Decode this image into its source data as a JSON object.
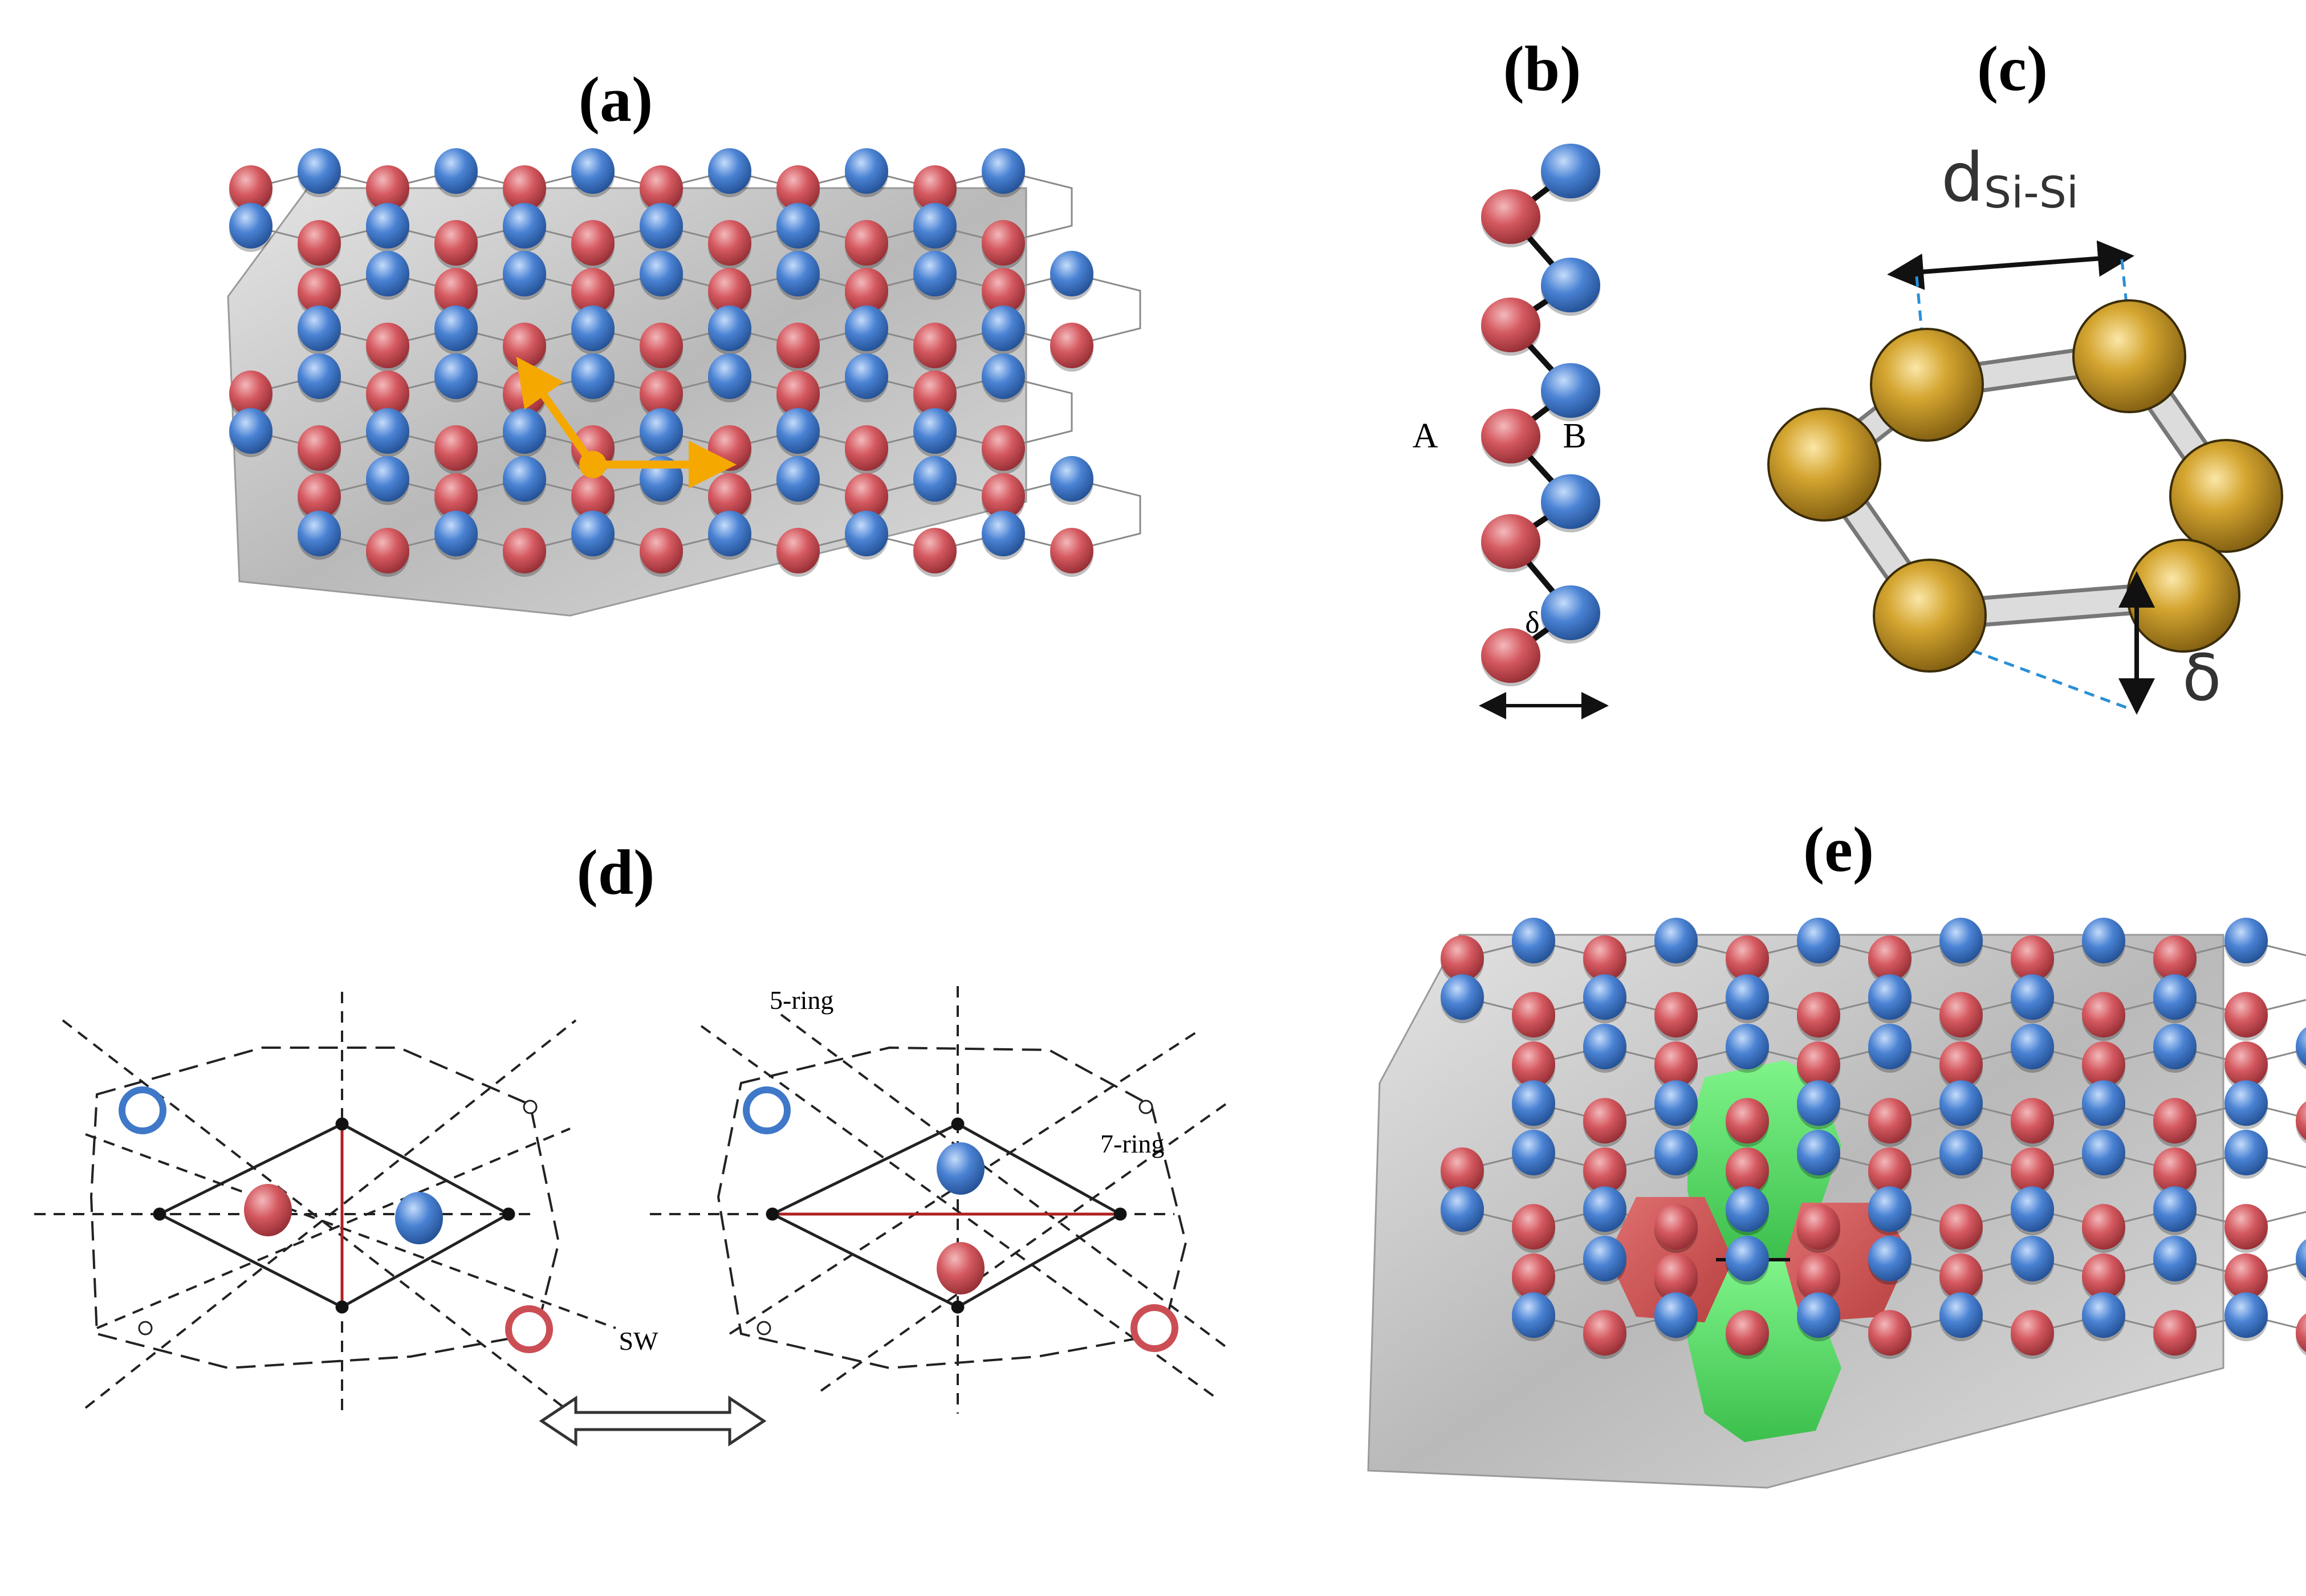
{
  "panels": {
    "a": {
      "label": "(a)"
    },
    "b": {
      "label": "(b)",
      "sublattice_a": "A",
      "sublattice_b": "B",
      "buckling": "δ"
    },
    "c": {
      "label": "(c)",
      "bond_length_main": "d",
      "bond_length_sub": "Si-Si",
      "buckling": "δ"
    },
    "d": {
      "label": "(d)",
      "ring5": "5-ring",
      "ring7": "7-ring",
      "transform": "SW"
    },
    "e": {
      "label": "(e)"
    }
  },
  "colors": {
    "atom_a": "#cc4e55",
    "atom_b": "#3f78c8",
    "sheet": "#c8c8c8",
    "arrow": "#f5a800",
    "si_atom": "#c9991f",
    "pentagon": "#d85c5c",
    "heptagon": "#66e070",
    "guide": "#2a8fd6",
    "bond_red": "#b02020"
  }
}
